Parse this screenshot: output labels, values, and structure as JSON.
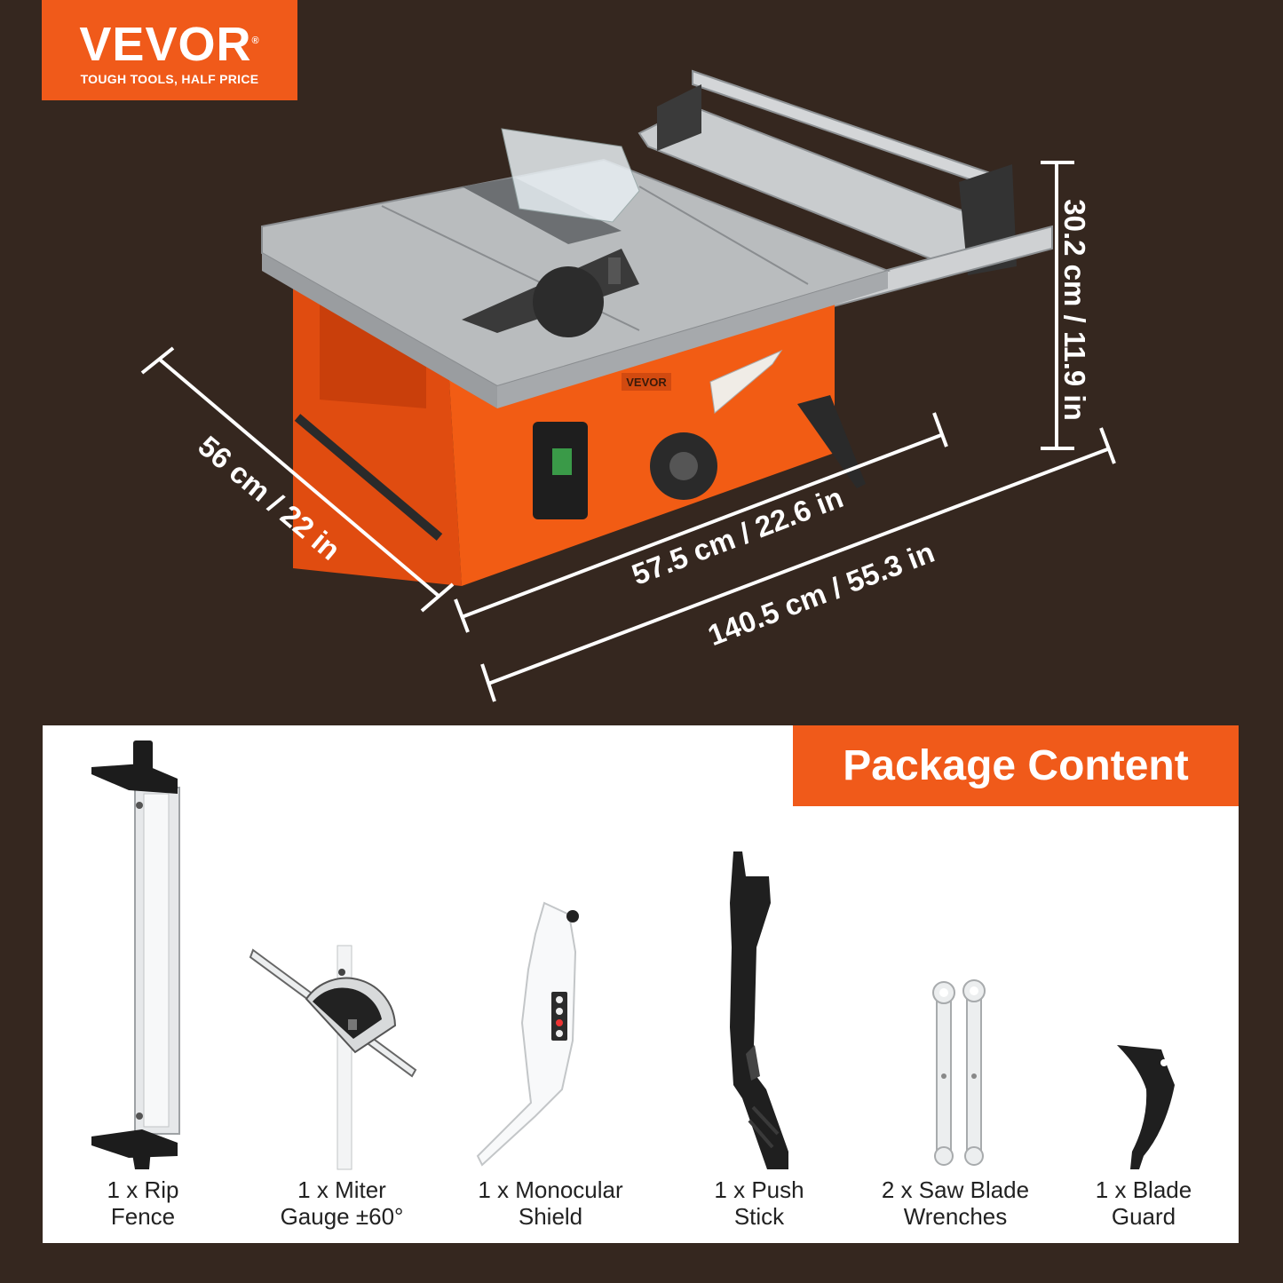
{
  "brand": {
    "name": "VEVOR",
    "registered_mark": "®",
    "tagline": "TOUGH TOOLS, HALF PRICE",
    "color": "#f05a1a"
  },
  "product_badge": "VEVOR",
  "dimensions": {
    "depth": "56 cm / 22 in",
    "table_width": "57.5 cm / 22.6 in",
    "total_width": "140.5 cm / 55.3 in",
    "height": "30.2 cm / 11.9 in"
  },
  "package": {
    "title": "Package Content",
    "items": [
      {
        "line1": "1 x Rip",
        "line2": "Fence",
        "icon": "rip-fence-icon"
      },
      {
        "line1": "1 x Miter",
        "line2": "Gauge ±60°",
        "icon": "miter-gauge-icon"
      },
      {
        "line1": "1 x Monocular",
        "line2": "Shield",
        "icon": "blade-shield-icon"
      },
      {
        "line1": "1 x Push",
        "line2": "Stick",
        "icon": "push-stick-icon"
      },
      {
        "line1": "2 x Saw Blade",
        "line2": "Wrenches",
        "icon": "wrench-icon"
      },
      {
        "line1": "1 x Blade",
        "line2": "Guard",
        "icon": "blade-guard-icon"
      }
    ]
  },
  "colors": {
    "background": "#35271f",
    "accent": "#f05a1a",
    "saw_body": "#f25c14",
    "table_top": "#b9bcbe"
  }
}
